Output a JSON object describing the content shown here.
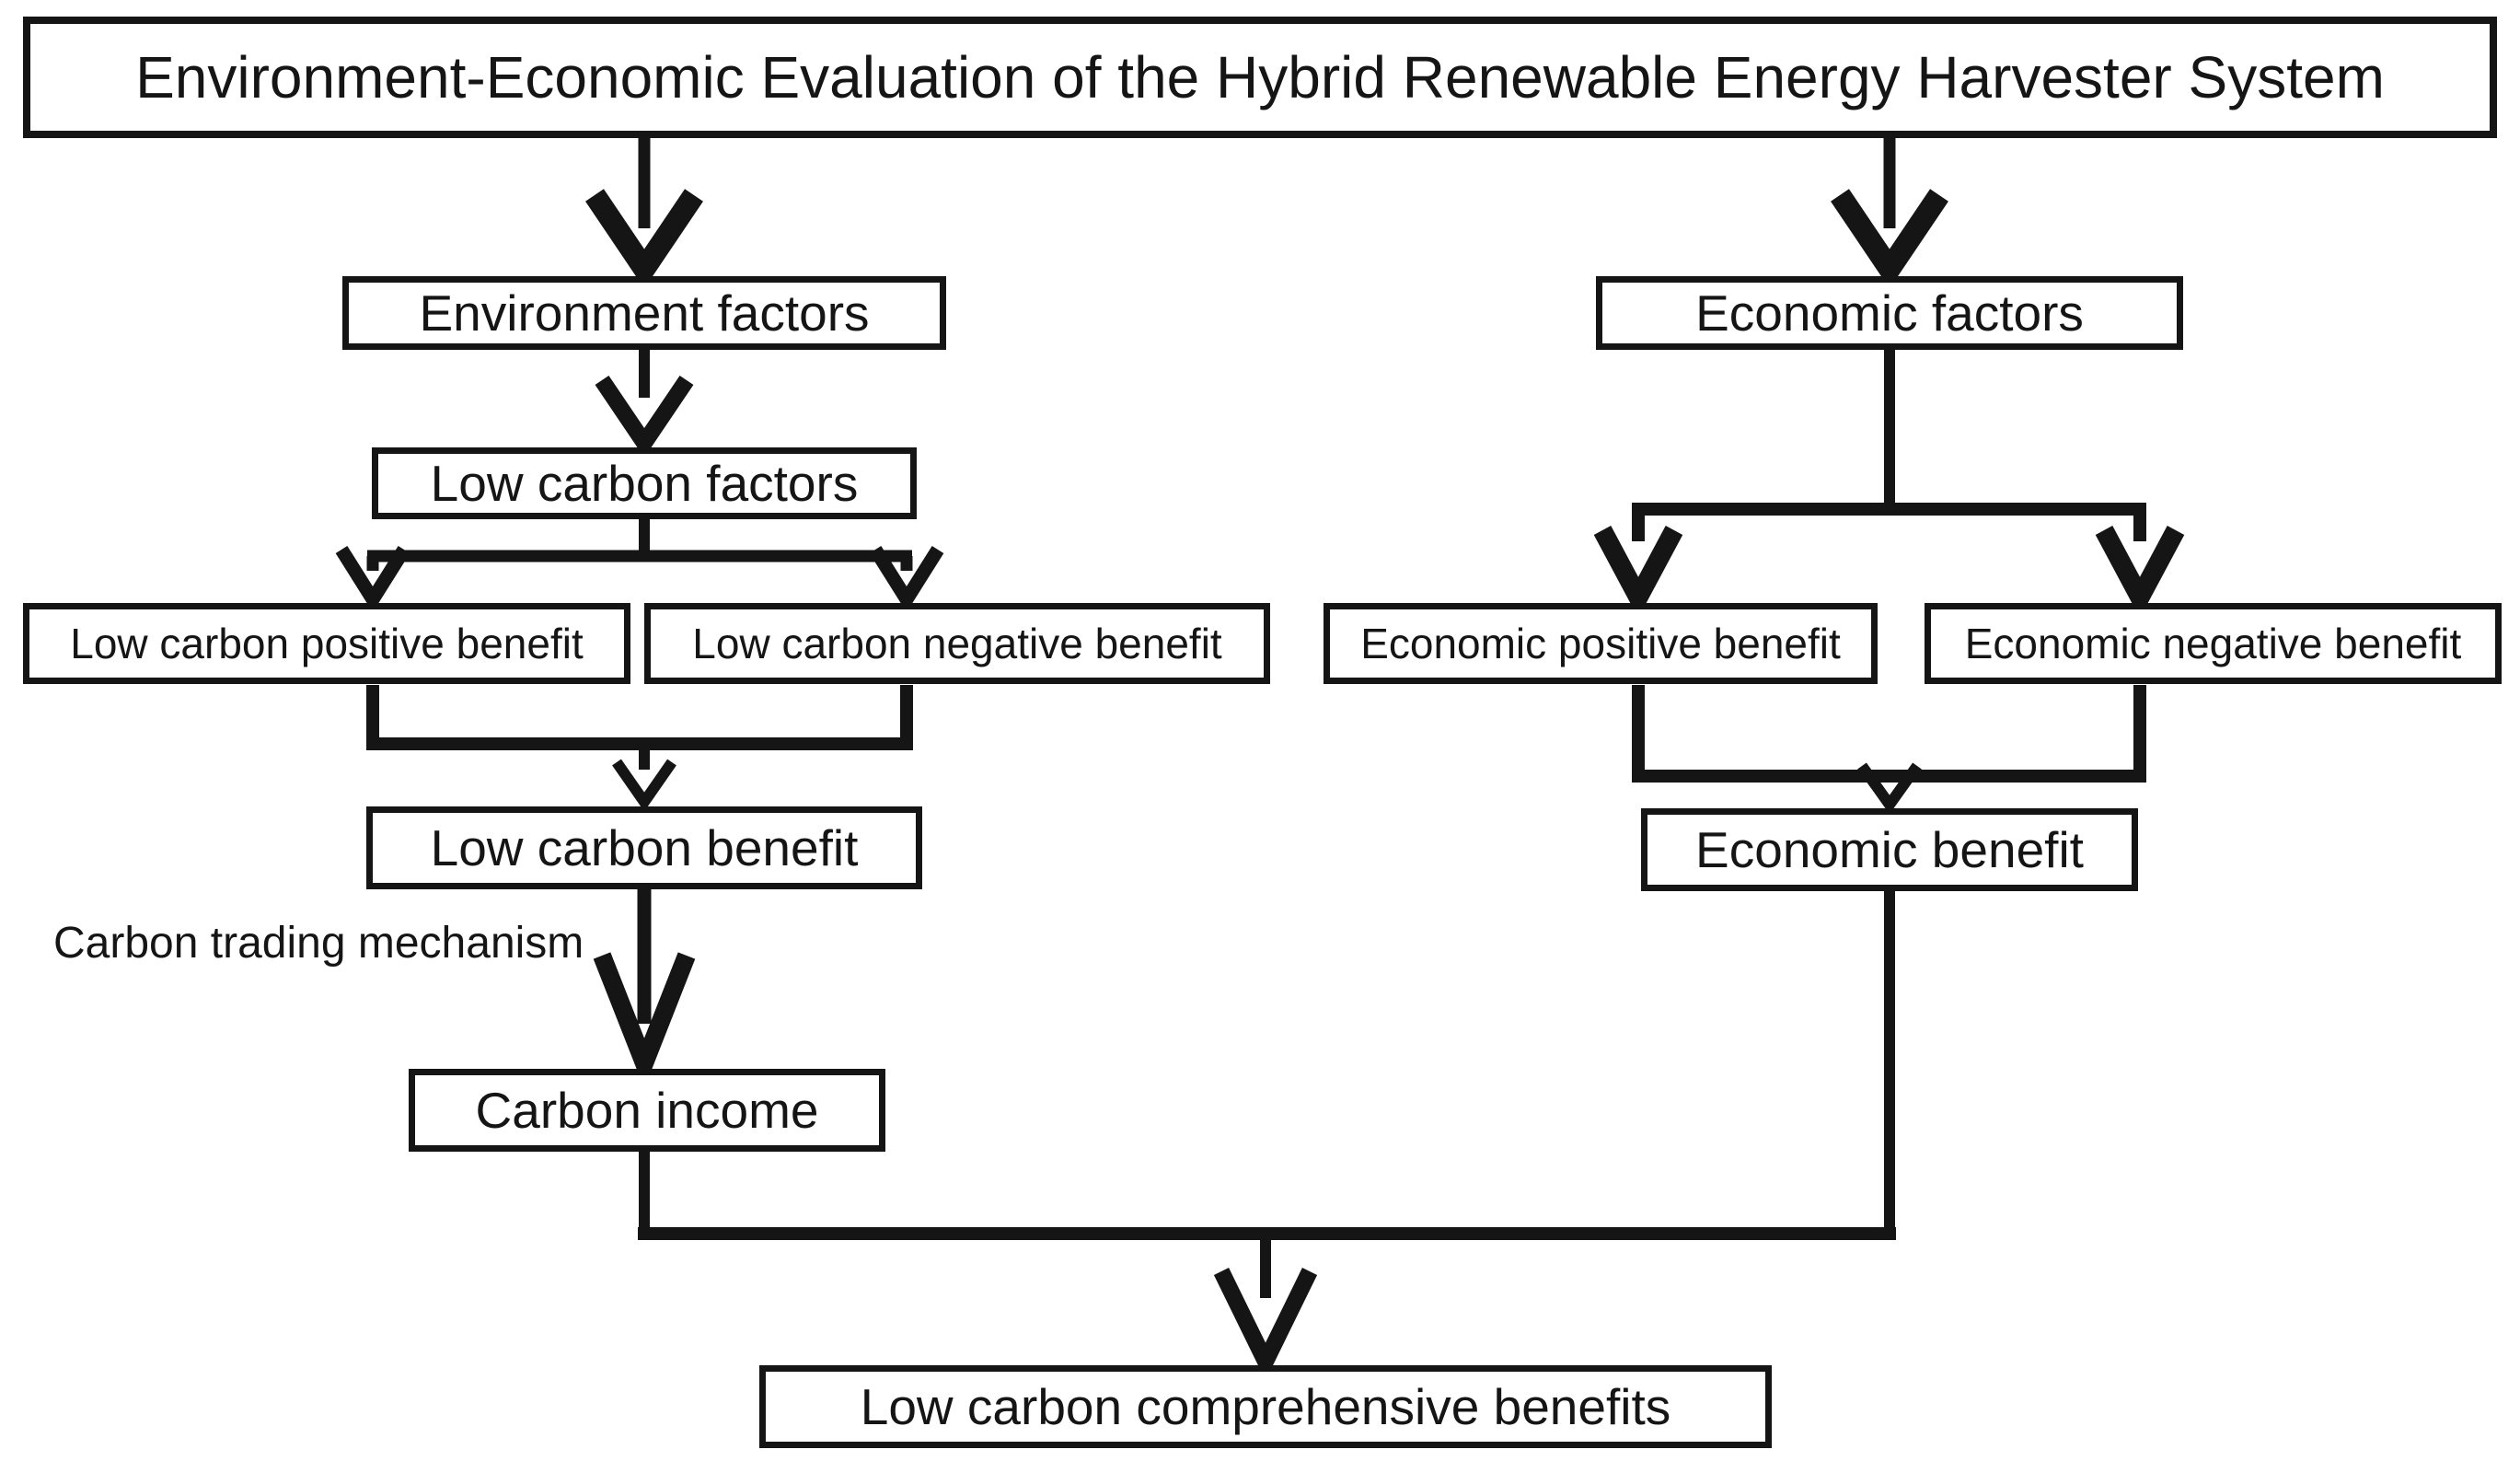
{
  "colors": {
    "ink": "#151515",
    "paper": "#ffffff"
  },
  "nodes": {
    "title": "Environment-Economic Evaluation of the Hybrid Renewable Energy Harvester System",
    "environment_factors": "Environment factors",
    "low_carbon_factors": "Low carbon factors",
    "low_carbon_positive_benefit": "Low carbon positive benefit",
    "low_carbon_negative_benefit": "Low carbon negative benefit",
    "low_carbon_benefit": "Low carbon benefit",
    "carbon_income": "Carbon income",
    "economic_factors": "Economic factors",
    "economic_positive_benefit": "Economic positive benefit",
    "economic_negative_benefit": "Economic negative benefit",
    "economic_benefit": "Economic benefit",
    "low_carbon_comprehensive_benefits": "Low carbon comprehensive benefits"
  },
  "edge_labels": {
    "carbon_trading_mechanism": "Carbon trading mechanism"
  }
}
